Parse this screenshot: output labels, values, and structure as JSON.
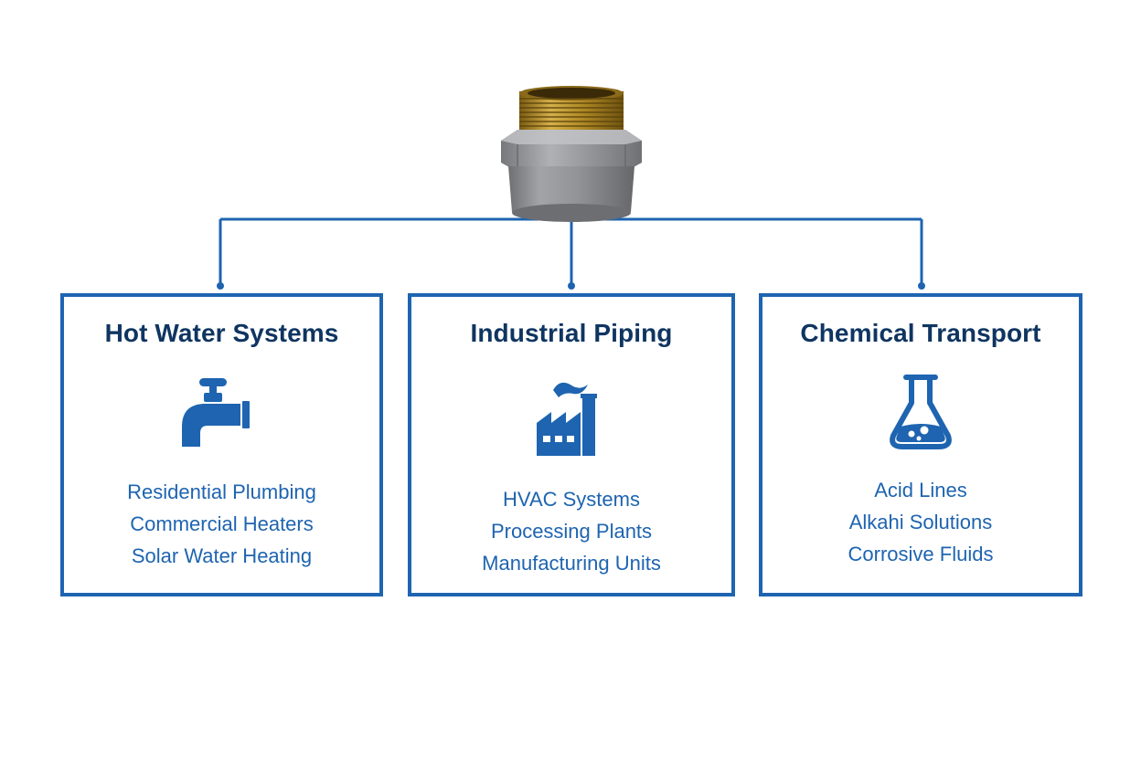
{
  "colors": {
    "accent": "#1e64b0",
    "title": "#0f3561",
    "fitting_body": "#8e8f92",
    "thread": "#b58f2a"
  },
  "fitting": {
    "icon": "threaded-pipe-adapter-icon"
  },
  "cards": [
    {
      "title": "Hot Water Systems",
      "icon": "faucet-icon",
      "items": [
        "Residential Plumbing",
        "Commercial Heaters",
        "Solar Water Heating"
      ]
    },
    {
      "title": "Industrial Piping",
      "icon": "factory-icon",
      "items": [
        "HVAC Systems",
        "Processing Plants",
        "Manufacturing Units"
      ]
    },
    {
      "title": "Chemical Transport",
      "icon": "flask-icon",
      "items": [
        "Acid Lines",
        "Alkahi Solutions",
        "Corrosive Fluids"
      ]
    }
  ]
}
